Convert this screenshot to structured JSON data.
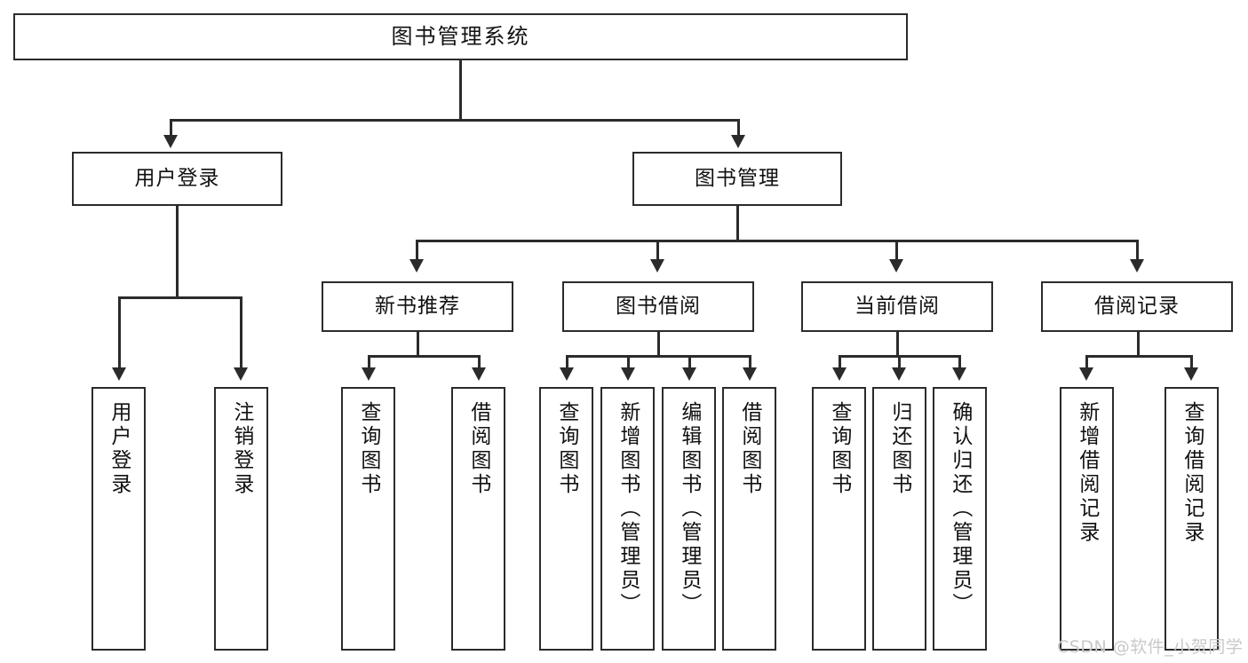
{
  "diagram": {
    "type": "tree-hierarchy",
    "title": "图书管理系统",
    "watermark": "CSDN @软件_小贺同学",
    "colors": {
      "stroke": "#2b2b2b",
      "fill": "#ffffff",
      "text": "#111111",
      "watermark": "#c9c9c9"
    },
    "nodes": {
      "root": {
        "label": "图书管理系统",
        "level": 1
      },
      "l2": [
        {
          "id": "user-login",
          "label": "用户登录",
          "level": 2
        },
        {
          "id": "book-manage",
          "label": "图书管理",
          "level": 2
        }
      ],
      "l3": [
        {
          "id": "new-book-recommend",
          "label": "新书推荐",
          "level": 3,
          "parent": "book-manage"
        },
        {
          "id": "book-borrow",
          "label": "图书借阅",
          "level": 3,
          "parent": "book-manage"
        },
        {
          "id": "current-borrow",
          "label": "当前借阅",
          "level": 3,
          "parent": "book-manage"
        },
        {
          "id": "borrow-record",
          "label": "借阅记录",
          "level": 3,
          "parent": "book-manage"
        }
      ],
      "leaves": [
        {
          "id": "leaf-user-login",
          "label": "用户登录",
          "parent": "user-login"
        },
        {
          "id": "leaf-user-logout",
          "label": "注销登录",
          "parent": "user-login"
        },
        {
          "id": "leaf-query-book-1",
          "label": "查询图书",
          "parent": "new-book-recommend"
        },
        {
          "id": "leaf-borrow-book-1",
          "label": "借阅图书",
          "parent": "new-book-recommend"
        },
        {
          "id": "leaf-query-book-2",
          "label": "查询图书",
          "parent": "book-borrow"
        },
        {
          "id": "leaf-add-book",
          "label": "新增图书（管理员）",
          "parent": "book-borrow"
        },
        {
          "id": "leaf-edit-book",
          "label": "编辑图书（管理员）",
          "parent": "book-borrow"
        },
        {
          "id": "leaf-borrow-book-2",
          "label": "借阅图书",
          "parent": "book-borrow"
        },
        {
          "id": "leaf-query-book-3",
          "label": "查询图书",
          "parent": "current-borrow"
        },
        {
          "id": "leaf-return-book",
          "label": "归还图书",
          "parent": "current-borrow"
        },
        {
          "id": "leaf-confirm-return",
          "label": "确认归还（管理员）",
          "parent": "current-borrow"
        },
        {
          "id": "leaf-add-record",
          "label": "新增借阅记录",
          "parent": "borrow-record"
        },
        {
          "id": "leaf-query-record",
          "label": "查询借阅记录",
          "parent": "borrow-record"
        }
      ]
    }
  }
}
